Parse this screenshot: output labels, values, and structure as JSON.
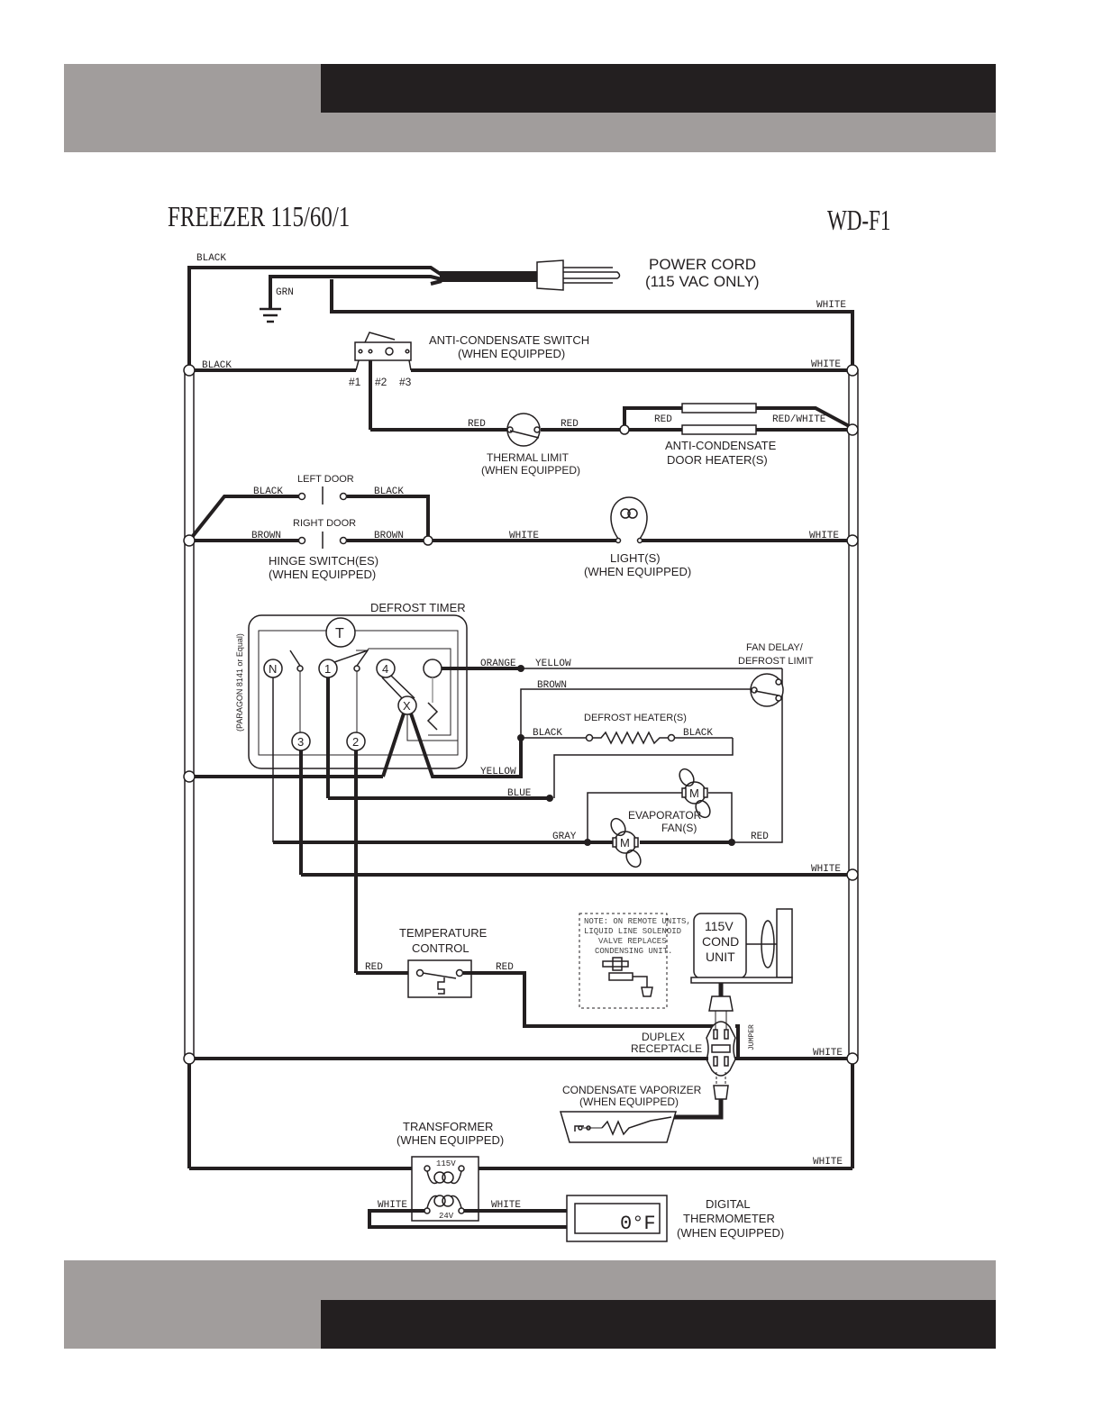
{
  "header": {
    "band_color_gray": "#a19d9c",
    "band_color_dark": "#231f20"
  },
  "footer": {
    "band_color_gray": "#a19d9c",
    "band_color_dark": "#231f20"
  },
  "title": {
    "left": "FREEZER  115/60/1",
    "right": "WD-F1"
  },
  "components": {
    "power_cord": {
      "line1": "POWER CORD",
      "line2": "(115 VAC ONLY)"
    },
    "anti_condensate_switch": {
      "line1": "ANTI-CONDENSATE SWITCH",
      "line2": "(WHEN EQUIPPED)",
      "terminals": [
        "#1",
        "#2",
        "#3"
      ]
    },
    "thermal_limit": {
      "line1": "THERMAL LIMIT",
      "line2": "(WHEN EQUIPPED)"
    },
    "door_heaters": {
      "line1": "ANTI-CONDENSATE",
      "line2": "DOOR HEATER(S)"
    },
    "left_door": "LEFT DOOR",
    "right_door": "RIGHT DOOR",
    "hinge_switches": {
      "line1": "HINGE SWITCH(ES)",
      "line2": "(WHEN EQUIPPED)"
    },
    "lights": {
      "line1": "LIGHT(S)",
      "line2": "(WHEN EQUIPPED)"
    },
    "defrost_timer": {
      "label": "DEFROST TIMER",
      "model": "(PARAGON 8141 or Equal)",
      "terminals": [
        "T",
        "N",
        "1",
        "4",
        "X",
        "3",
        "2"
      ]
    },
    "fan_delay": {
      "line1": "FAN DELAY/",
      "line2": "DEFROST LIMIT"
    },
    "defrost_heater": "DEFROST HEATER(S)",
    "evaporator_fans": {
      "line1": "EVAPORATOR",
      "line2": "FAN(S)",
      "motor": "M"
    },
    "temperature_control": {
      "line1": "TEMPERATURE",
      "line2": "CONTROL"
    },
    "remote_note": [
      "NOTE: ON REMOTE UNITS,",
      "LIQUID LINE SOLENOID",
      "VALVE REPLACES",
      "CONDENSING UNIT."
    ],
    "cond_unit": [
      "115V",
      "COND",
      "UNIT"
    ],
    "duplex_receptacle": {
      "line1": "DUPLEX",
      "line2": "RECEPTACLE",
      "jumper": "JUMPER"
    },
    "condensate_vaporizer": {
      "line1": "CONDENSATE VAPORIZER",
      "line2": "(WHEN EQUIPPED)"
    },
    "transformer": {
      "line1": "TRANSFORMER",
      "line2": "(WHEN EQUIPPED)",
      "primary": "115V",
      "secondary": "24V"
    },
    "digital_thermometer": {
      "line1": "DIGITAL",
      "line2": "THERMOMETER",
      "line3": "(WHEN EQUIPPED)",
      "display": "0°F"
    }
  },
  "wires": {
    "black_top": "BLACK",
    "grn": "GRN",
    "white_top": "WHITE",
    "black_bus": "BLACK",
    "white_bus": "WHITE",
    "red_1": "RED",
    "red_2": "RED",
    "red_3": "RED",
    "red_white": "RED/WHITE",
    "black_left": "BLACK",
    "black_right": "BLACK",
    "brown_left": "BROWN",
    "brown_right": "BROWN",
    "white_light": "WHITE",
    "white_light_r": "WHITE",
    "orange": "ORANGE",
    "yellow_1": "YELLOW",
    "brown_fd": "BROWN",
    "black_dh1": "BLACK",
    "black_dh2": "BLACK",
    "yellow_2": "YELLOW",
    "blue": "BLUE",
    "gray": "GRAY",
    "red_fan": "RED",
    "white_fan": "WHITE",
    "red_tc1": "RED",
    "red_tc2": "RED",
    "white_dup": "WHITE",
    "white_bottom": "WHITE",
    "white_tr1": "WHITE",
    "white_tr2": "WHITE"
  }
}
